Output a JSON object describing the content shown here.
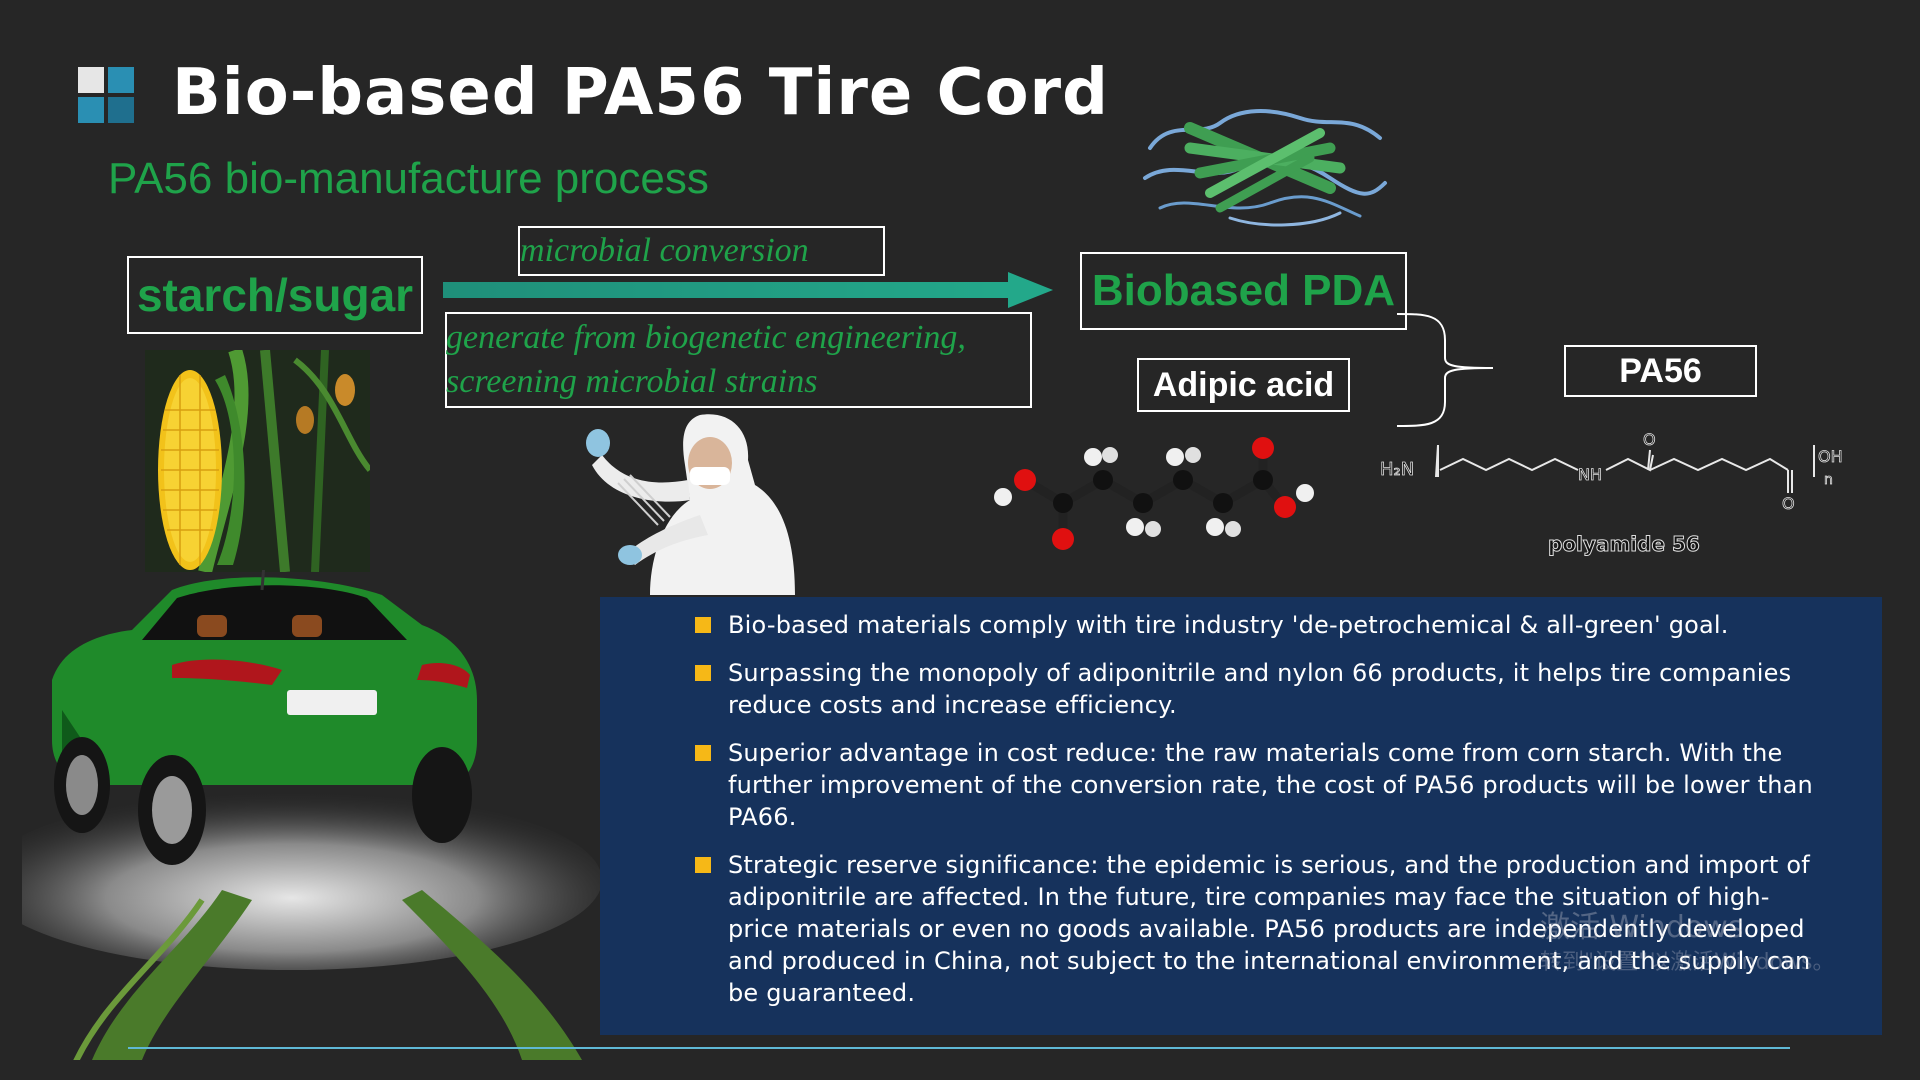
{
  "header": {
    "title": "Bio-based PA56 Tire Cord",
    "subtitle": "PA56 bio-manufacture process"
  },
  "process": {
    "source": "starch/sugar",
    "step_top": "microbial conversion",
    "step_bottom": "generate from biogenetic engineering, screening microbial strains",
    "product": "Biobased PDA",
    "reagent": "Adipic acid",
    "result": "PA56",
    "polymer_label": "polyamide 56",
    "formula": {
      "left": "H₂N",
      "mid": "NH",
      "o_top": "O",
      "o_bottom": "O",
      "right": "OH",
      "n": "n"
    }
  },
  "colors": {
    "accent_green": "#1fa34a",
    "panel_blue": "#16325c",
    "bullet_yellow": "#f6b817",
    "arrow_teal": "#1a9c85"
  },
  "bullets": [
    "Bio-based materials comply with tire industry 'de-petrochemical & all-green' goal.",
    "Surpassing the monopoly of adiponitrile and nylon 66 products, it helps tire companies reduce costs and increase efficiency.",
    "Superior advantage in cost reduce: the raw materials come from corn starch. With the further improvement of the conversion rate, the cost of PA56 products will be lower than PA66.",
    "Strategic reserve significance: the epidemic is serious, and the production and import of adiponitrile are affected. In the future, tire companies may face the situation of high-price materials or even no goods available. PA56 products are independently developed and produced in China, not subject to the international environment, and the supply can be guaranteed."
  ],
  "watermark": {
    "line1": "激活 Windows",
    "line2": "转到\"设置\"以激活Windows。"
  }
}
